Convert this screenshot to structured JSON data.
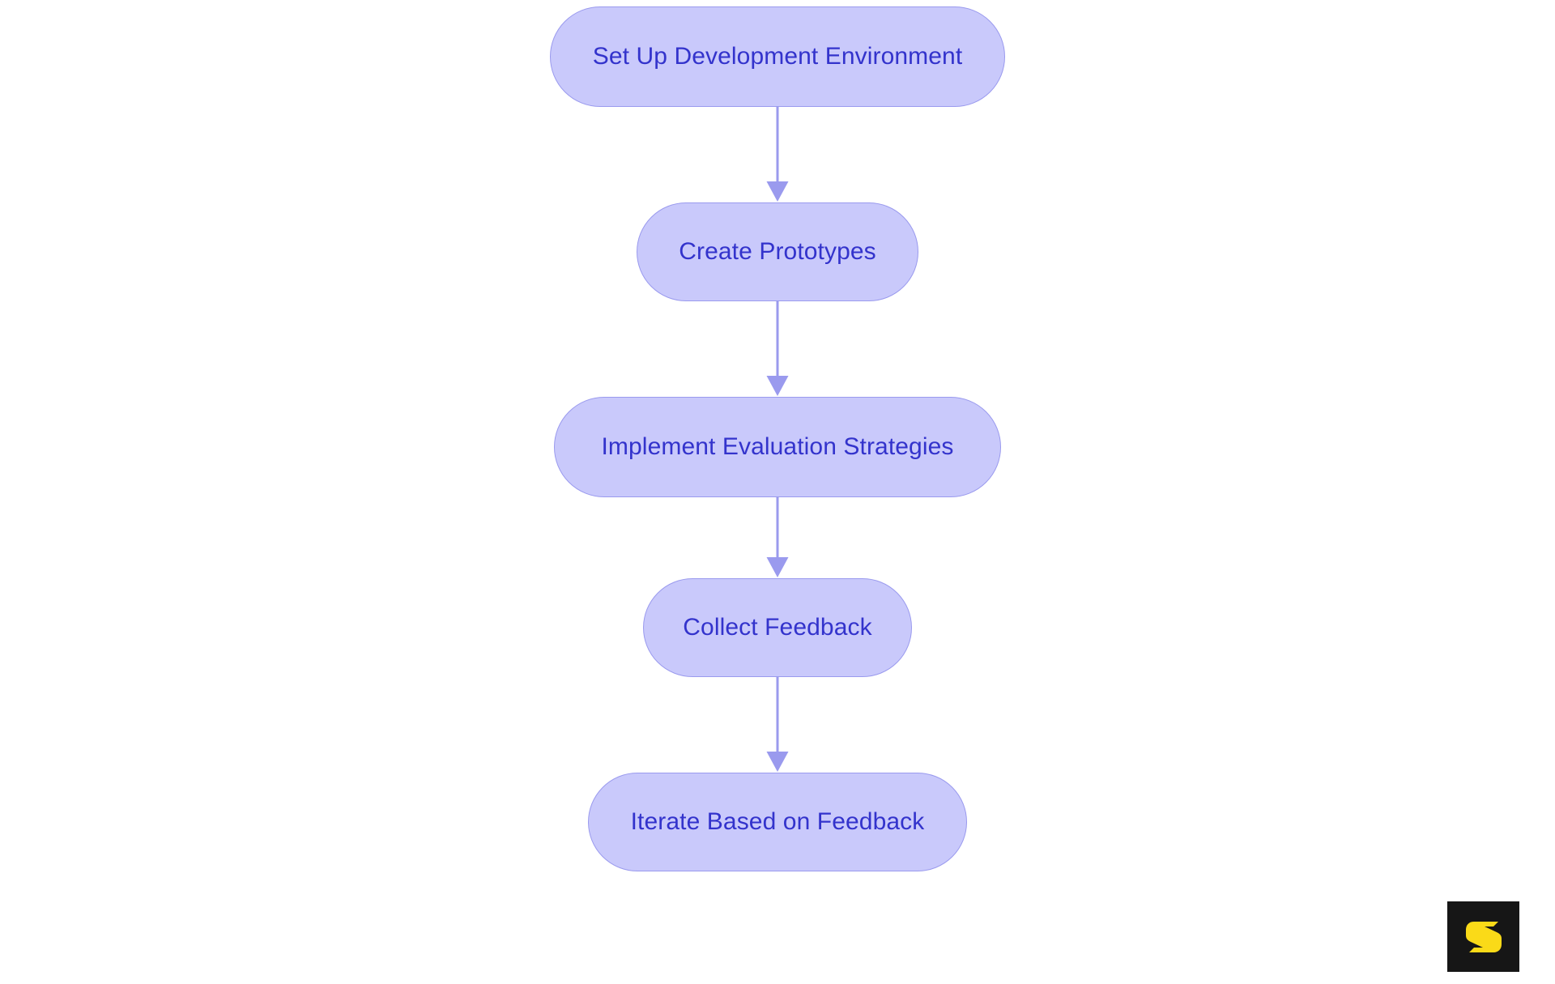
{
  "diagram": {
    "type": "flowchart",
    "orientation": "top-to-bottom",
    "background_color": "#ffffff",
    "node_fill_color": "#c9c9fb",
    "node_border_color": "#9a9aee",
    "node_text_color": "#3333cc",
    "connector_color": "#9a9aee",
    "nodes": [
      {
        "id": "set-up-development-environment",
        "label": "Set Up Development Environment"
      },
      {
        "id": "create-prototypes",
        "label": "Create Prototypes"
      },
      {
        "id": "implement-evaluation-strategies",
        "label": "Implement Evaluation Strategies"
      },
      {
        "id": "collect-feedback",
        "label": "Collect Feedback"
      },
      {
        "id": "iterate-based-on-feedback",
        "label": "Iterate Based on Feedback"
      }
    ],
    "edges": [
      {
        "from": "set-up-development-environment",
        "to": "create-prototypes",
        "label": ""
      },
      {
        "from": "create-prototypes",
        "to": "implement-evaluation-strategies",
        "label": ""
      },
      {
        "from": "implement-evaluation-strategies",
        "to": "collect-feedback",
        "label": ""
      },
      {
        "from": "collect-feedback",
        "to": "iterate-based-on-feedback",
        "label": ""
      }
    ]
  },
  "branding": {
    "logo_name": "s-monogram-logo",
    "logo_background_color": "#161616",
    "logo_mark_color": "#fada18"
  }
}
